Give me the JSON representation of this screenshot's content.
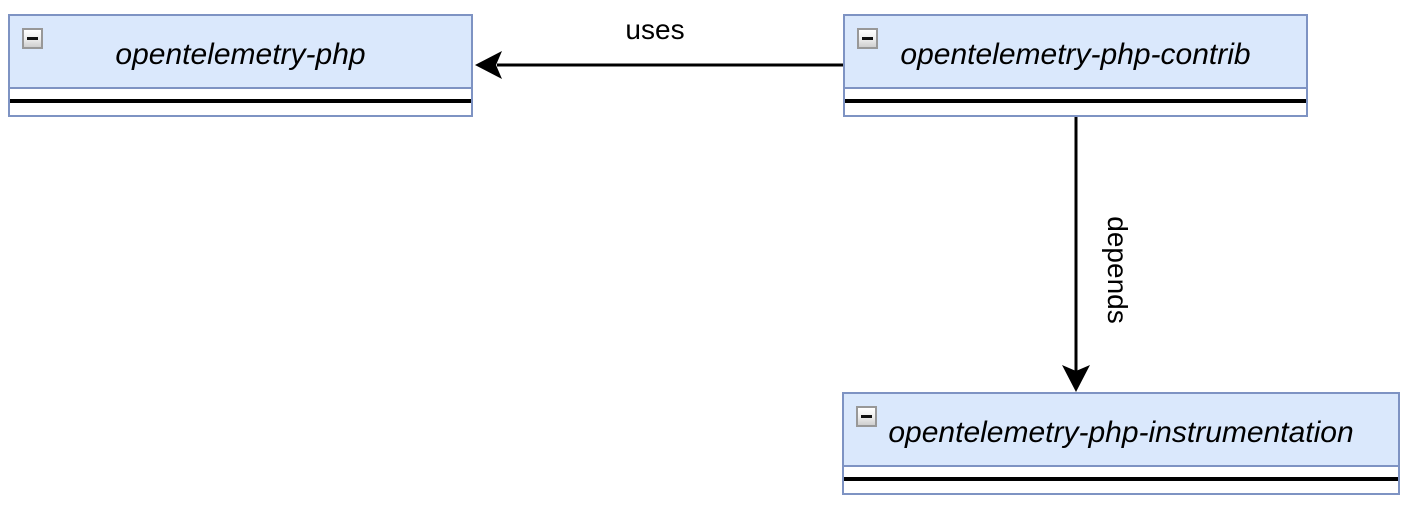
{
  "diagram": {
    "type": "package-dependency-diagram",
    "nodes": [
      {
        "label": "opentelemetry-php",
        "collapse_icon": "minus"
      },
      {
        "label": "opentelemetry-php-contrib",
        "collapse_icon": "minus"
      },
      {
        "label": "opentelemetry-php-instrumentation",
        "collapse_icon": "minus"
      }
    ],
    "edges": [
      {
        "label": "uses",
        "from": "opentelemetry-php-contrib",
        "to": "opentelemetry-php",
        "direction": "left"
      },
      {
        "label": "depends",
        "from": "opentelemetry-php-contrib",
        "to": "opentelemetry-php-instrumentation",
        "direction": "down"
      }
    ],
    "colors": {
      "node_fill": "#dae8fc",
      "node_border": "#7e93c3",
      "arrow_color": "#000000",
      "separator_color": "#000000",
      "collapse_border": "#989898",
      "label_color": "#000000"
    }
  }
}
